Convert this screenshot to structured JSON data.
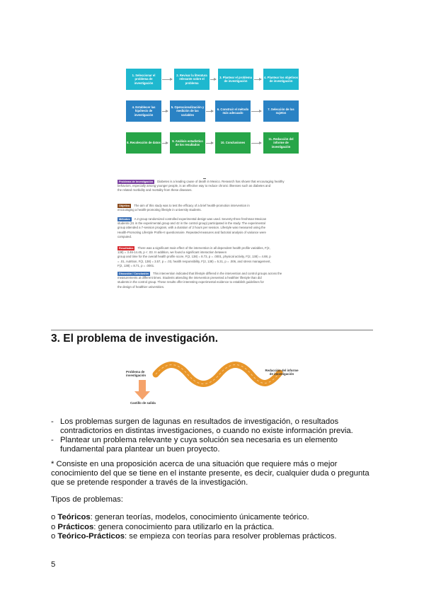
{
  "flowchart": {
    "steps": [
      "1. Seleccionar el problema de investigación",
      "2. Revisar la literatura relevante sobre el problema",
      "3. Plantear el problema de investigación",
      "4. Plantear los objetivos de investigación",
      "4. Establecer las hipótesis de investigación",
      "5. Operacionalización y medición de las variables",
      "6. Construir el método más adecuado",
      "7. Selección de los sujetos",
      "8. Recolección de datos",
      "9. Análisis estadístico de los resultados",
      "10. Conclusiones",
      "11. Redacción del informe de investigación"
    ],
    "colors": {
      "cyan": "#1fb8cf",
      "blue": "#2a82c4",
      "green": "#27a548"
    }
  },
  "abstract": {
    "sections": [
      {
        "tag": "Problema de investigación",
        "color": "#7a3fa0",
        "lines": [
          "Diabetes is a leading cause of death in Mexico. Research has shown that encouraging healthy",
          "behaviors, especially among younger people, is an effective way to reduce chronic illnesses such as diabetes and",
          "the related morbidity and mortality from these diseases."
        ]
      },
      {
        "tag": "Objetivo",
        "color": "#8a4a1c",
        "lines": [
          "The aim of this study was to test the efficacy of a brief health-promotion intervention in",
          "encouraging a health-promoting lifestyle in university students."
        ]
      },
      {
        "tag": "Métodos",
        "color": "#3a6fb5",
        "lines": [
          "A 2-group randomized controlled experimental design was used. Seventy-three freshman Mexican",
          "students (31 in the experimental group and 42 in the control group) participated in the study. The experimental",
          "group attended a 7-session program, with a duration of 2 hours per session. Lifestyle was measured using the",
          "Health-Promoting Lifestyle Profile-II questionnaire. Repeated-measures and factorial analysis of variance were",
          "computed."
        ]
      },
      {
        "tag": "Resultados",
        "color": "#d6262b",
        "lines": [
          "There was a significant main effect of the intervention in all dependent health profile variables, F(2,",
          "138) = 3.46-14.45, p < .03. In addition, we found a significant interaction between",
          "group and time for the overall health profile score, F(2, 138) = 8.73, p = .0001, physical activity, F(2, 138) = 4.88, p",
          "= .01, nutrition, F(2, 138) = 3.57, p = .03, health responsibility, F(2, 138) = 5.31, p = .006, and stress management,",
          "F(2, 138) = 8.71, p = .0001."
        ]
      },
      {
        "tag": "Discusión / Conclusión",
        "color": "#3a6fb5",
        "lines": [
          "This intervention indicated that lifestyle differed in the intervention and control groups across the",
          "measurements at different times. Students attending the intervention presented a healthier lifestyle than did",
          "students in the control group. These results offer interesting experimental evidence to establish guidelines for",
          "the design of healthier universities."
        ]
      }
    ]
  },
  "section": {
    "heading": "3. El problema de investigación."
  },
  "road": {
    "start_label": "Problema de investigación",
    "end_label": "Redacción del informe de investigación",
    "exit_label": "Castillo de salida",
    "road_color": "#e8962a",
    "exit_color": "#f5a36b"
  },
  "bullets": [
    {
      "dash": "-",
      "lines": [
        "Los problemas surgen de lagunas en resultados de investigación, o resultados",
        "contradictorios en distintas investigaciones, o cuando no existe información previa."
      ]
    },
    {
      "dash": "-",
      "lines": [
        "Plantear un problema relevante y cuya solución sea necesaria es un elemento",
        "fundamental para plantear un buen proyecto."
      ]
    }
  ],
  "paragraph": [
    "* Consiste en una proposición acerca de una situación que requiere más o mejor",
    "conocimiento del que se tiene en el instante presente, es decir, cualquier duda o pregunta",
    "que se pretende responder a través de la investigación."
  ],
  "types_title": "Tipos de problemas:",
  "types": [
    {
      "prefix": "o ",
      "term": "Teóricos",
      "rest": ": generan teorías, modelos, conocimiento únicamente teórico."
    },
    {
      "prefix": "o ",
      "term": "Prácticos",
      "rest": ": genera conocimiento para utilizarlo en la práctica."
    },
    {
      "prefix": "o ",
      "term": "Teórico-Prácticos",
      "rest": ": se empieza con teorías para resolver problemas prácticos."
    }
  ],
  "page_number": "5"
}
